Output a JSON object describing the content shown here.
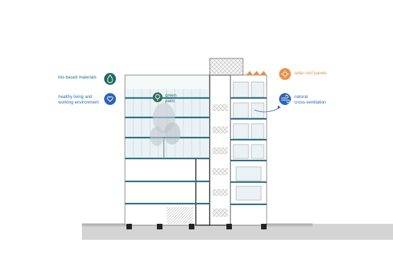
{
  "legend": {
    "bio_based": {
      "label": "bio-based materials",
      "icon": "leaf-drop-icon",
      "color": "#1f6b5e"
    },
    "healthy": {
      "label_line1": "healthy living and",
      "label_line2": "working environment",
      "icon": "heart-hands-icon",
      "color": "#2b63b8"
    },
    "solar": {
      "label": "solar roof panels",
      "icon": "sun-icon",
      "color": "#e8904a"
    },
    "ventilation": {
      "label_line1": "natural",
      "label_line2": "cross-ventilation",
      "icon": "wind-icon",
      "color": "#2b63b8"
    }
  },
  "annotation": {
    "line1": "green",
    "line2": "patio",
    "icon": "tree-icon",
    "color": "#2f6f5a"
  },
  "colors": {
    "slab": "#2c6e86",
    "ground": "#d4d4d4",
    "line": "#333333",
    "glass": "#eaf2f5",
    "tree": "#9aa6b0"
  }
}
